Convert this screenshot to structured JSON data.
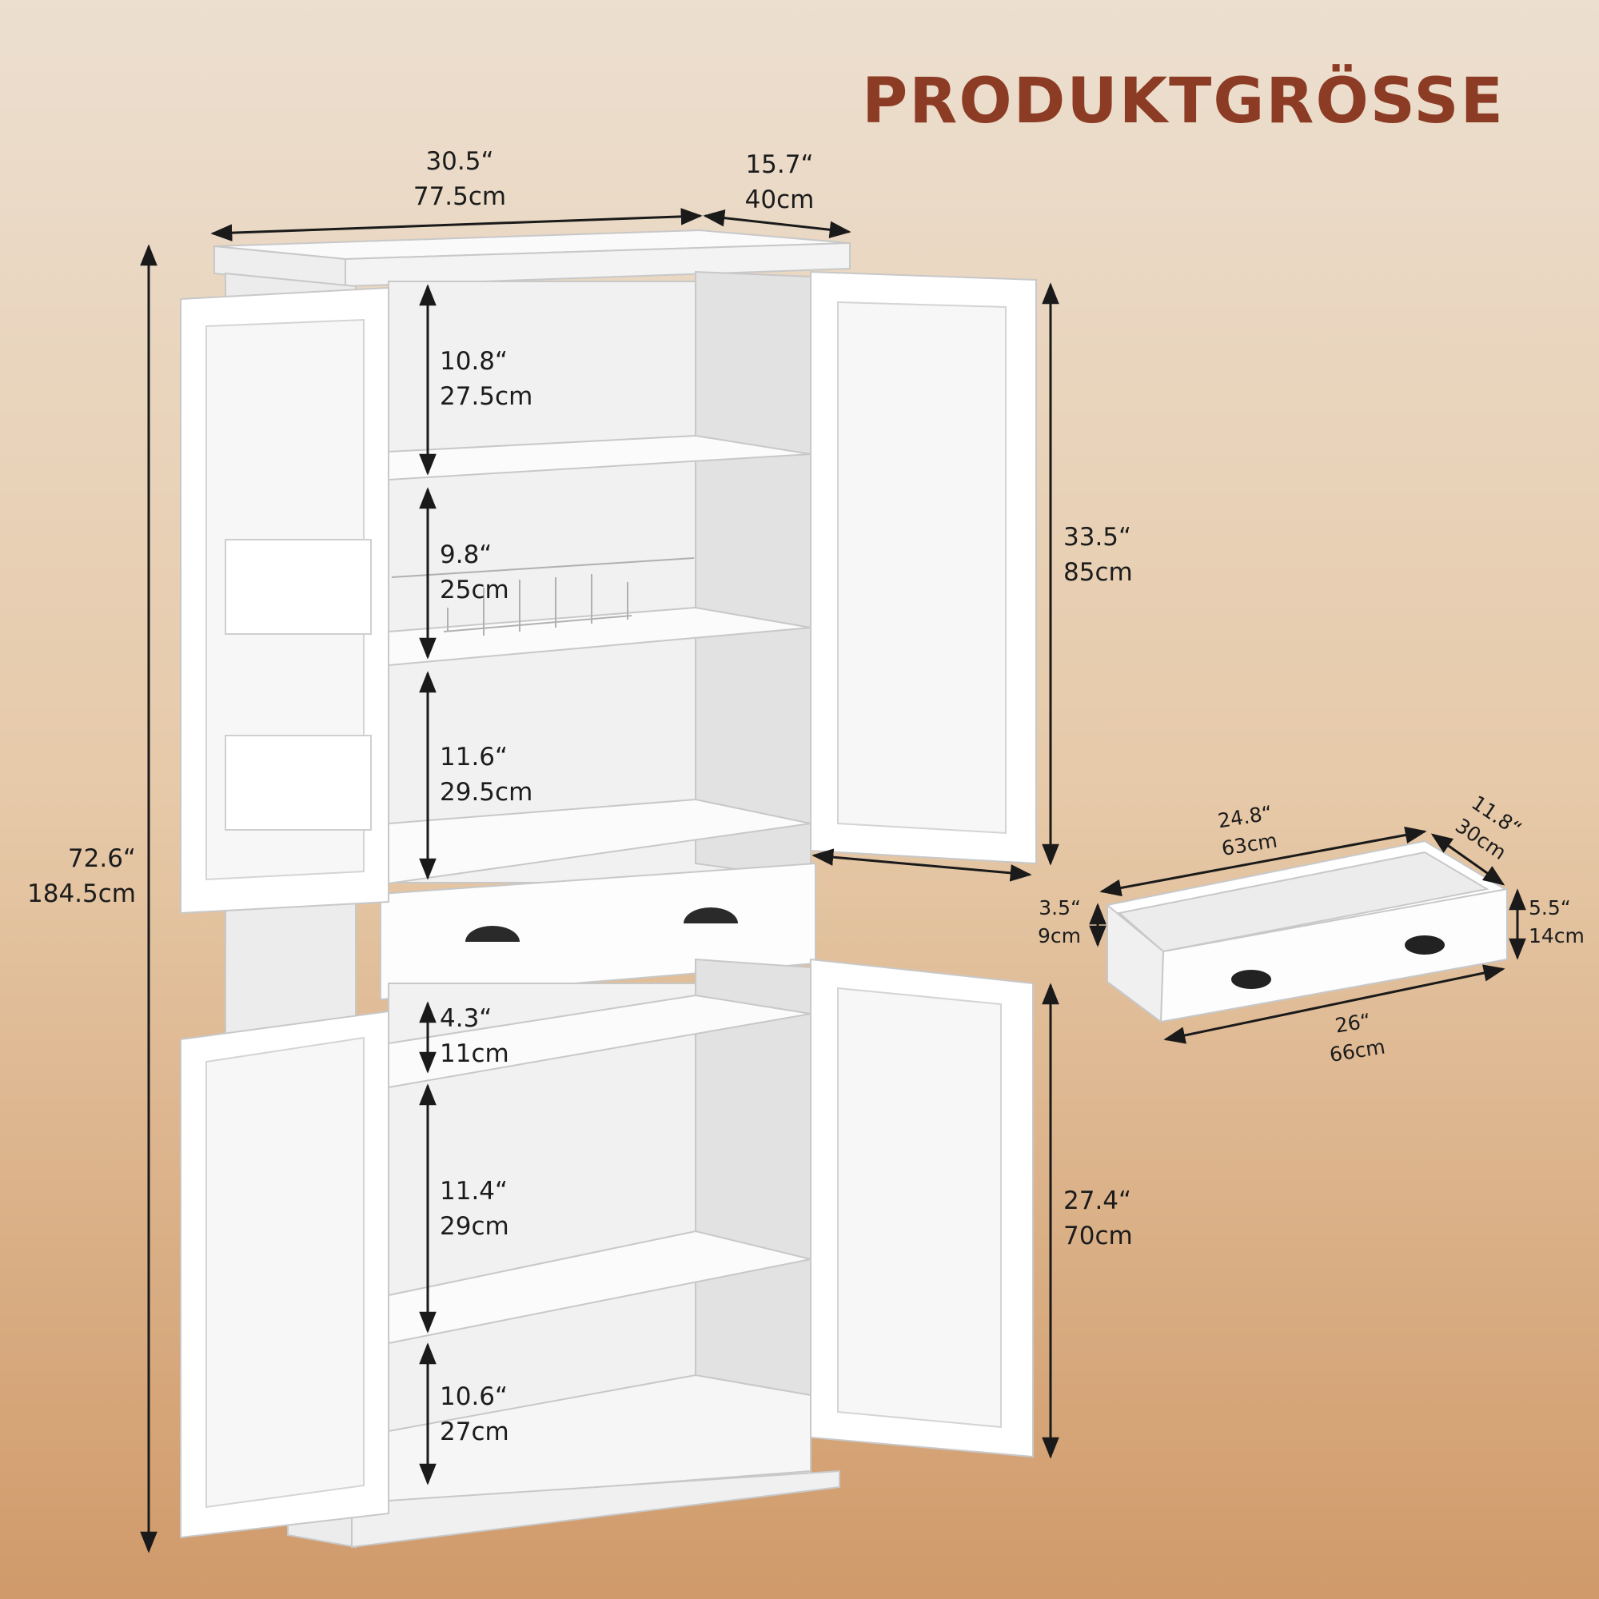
{
  "title": "PRODUKTGRÖSSE",
  "colors": {
    "title": "#8c3b24",
    "cabinet": "#ffffff",
    "line": "#1a1a1a"
  },
  "dimensions": {
    "top_width": {
      "inch": "30.5“",
      "cm": "77.5cm"
    },
    "top_depth": {
      "inch": "15.7“",
      "cm": "40cm"
    },
    "total_height": {
      "inch": "72.6“",
      "cm": "184.5cm"
    },
    "shelf_1": {
      "inch": "10.8“",
      "cm": "27.5cm"
    },
    "shelf_2": {
      "inch": "9.8“",
      "cm": "25cm"
    },
    "shelf_3": {
      "inch": "11.6“",
      "cm": "29.5cm"
    },
    "upper_section": {
      "inch": "33.5“",
      "cm": "85cm"
    },
    "lower_shelf_1": {
      "inch": "4.3“",
      "cm": "11cm"
    },
    "lower_shelf_2": {
      "inch": "11.4“",
      "cm": "29cm"
    },
    "lower_shelf_3": {
      "inch": "10.6“",
      "cm": "27cm"
    },
    "lower_section": {
      "inch": "27.4“",
      "cm": "70cm"
    },
    "drawer_inner_width": {
      "inch": "24.8“",
      "cm": "63cm"
    },
    "drawer_depth": {
      "inch": "11.8“",
      "cm": "30cm"
    },
    "drawer_inner_height": {
      "inch": "3.5“",
      "cm": "9cm"
    },
    "drawer_outer_height": {
      "inch": "5.5“",
      "cm": "14cm"
    },
    "drawer_outer_width": {
      "inch": "26“",
      "cm": "66cm"
    }
  }
}
